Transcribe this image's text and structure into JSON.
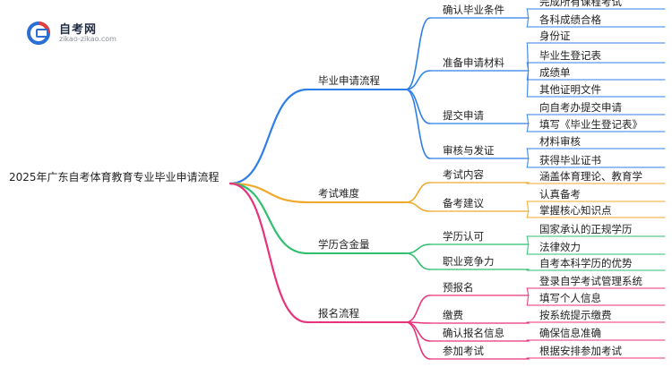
{
  "logo": {
    "brand": "自考网",
    "url": "zikao-zikao.com"
  },
  "mindmap": {
    "root": "2025年广东自考体育教育专业毕业申请流程",
    "branches": [
      {
        "label": "毕业申请流程",
        "color": "#2f7fe8",
        "children": [
          {
            "label": "确认毕业条件",
            "children": [
              "完成所有课程考试",
              "各科成绩合格"
            ]
          },
          {
            "label": "准备申请材料",
            "children": [
              "身份证",
              "毕业生登记表",
              "成绩单",
              "其他证明文件"
            ]
          },
          {
            "label": "提交申请",
            "children": [
              "向自考办提交申请",
              "填写《毕业生登记表》"
            ]
          },
          {
            "label": "审核与发证",
            "children": [
              "材料审核",
              "获得毕业证书"
            ]
          }
        ]
      },
      {
        "label": "考试难度",
        "color": "#f0a92c",
        "children": [
          {
            "label": "考试内容",
            "children": [
              "涵盖体育理论、教育学"
            ]
          },
          {
            "label": "备考建议",
            "children": [
              "认真备考",
              "掌握核心知识点"
            ]
          }
        ]
      },
      {
        "label": "学历含金量",
        "color": "#2fbf6e",
        "children": [
          {
            "label": "学历认可",
            "children": [
              "国家承认的正规学历",
              "法律效力"
            ]
          },
          {
            "label": "职业竞争力",
            "children": [
              "自考本科学历的优势"
            ]
          }
        ]
      },
      {
        "label": "报名流程",
        "color": "#e8337a",
        "children": [
          {
            "label": "预报名",
            "children": [
              "登录自学考试管理系统",
              "填写个人信息"
            ]
          },
          {
            "label": "缴费",
            "children": [
              "按系统提示缴费"
            ]
          },
          {
            "label": "确认报名信息",
            "children": [
              "确保信息准确"
            ]
          },
          {
            "label": "参加考试",
            "children": [
              "根据安排参加考试"
            ]
          }
        ]
      }
    ]
  }
}
